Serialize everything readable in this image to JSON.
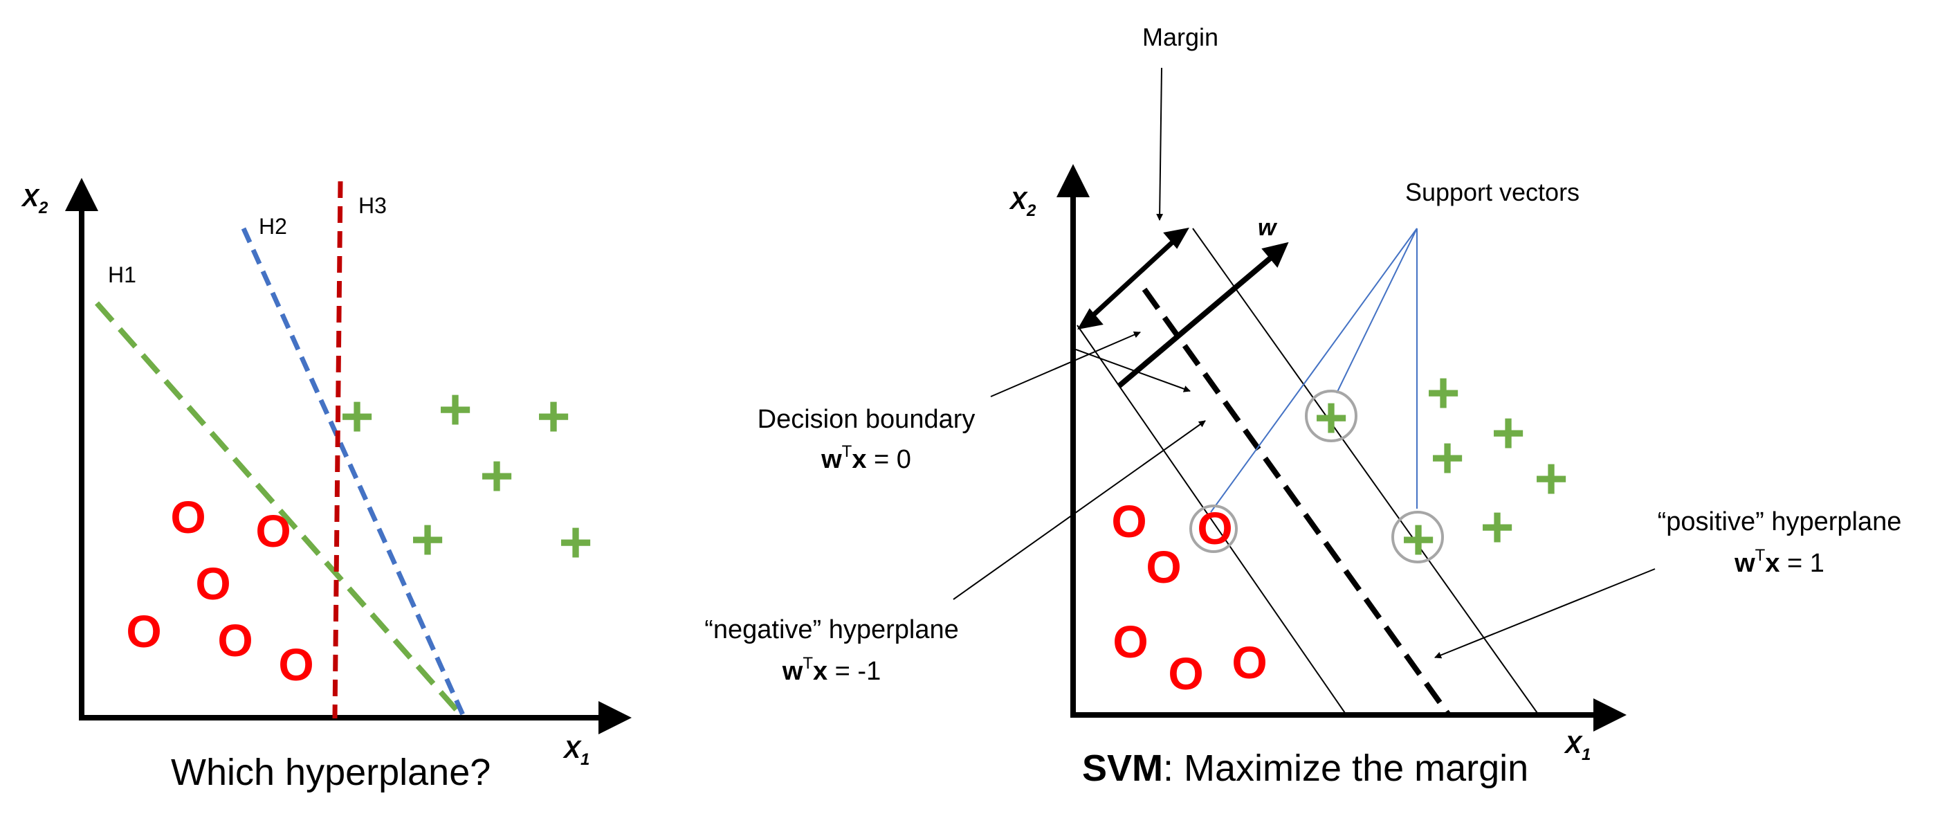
{
  "colors": {
    "negative": "#ff0000",
    "positive": "#70ad47",
    "h1": "#70ad47",
    "h2": "#4472c4",
    "h3": "#c00000",
    "support_circle": "#a6a6a6",
    "support_line": "#4472c4",
    "ink": "#000000"
  },
  "left": {
    "caption": "Which hyperplane?",
    "x_axis": {
      "base": "X",
      "sub": "1"
    },
    "y_axis": {
      "base": "X",
      "sub": "2"
    },
    "hyperplanes": [
      "H1",
      "H2",
      "H3"
    ],
    "negative_marker": "O",
    "positive_marker": "+"
  },
  "right": {
    "caption_bold": "SVM",
    "caption_rest": ": Maximize the margin",
    "x_axis": {
      "base": "X",
      "sub": "1"
    },
    "y_axis": {
      "base": "X",
      "sub": "2"
    },
    "margin_label": "Margin",
    "w_label": "w",
    "support_vectors_label": "Support vectors",
    "decision_boundary": {
      "title": "Decision boundary",
      "eq_w": "w",
      "eq_sup": "T",
      "eq_x": "x",
      "eq_rest": " = 0"
    },
    "negative_hyperplane": {
      "title": "“negative” hyperplane",
      "eq_w": "w",
      "eq_sup": "T",
      "eq_x": "x",
      "eq_rest": " = -1"
    },
    "positive_hyperplane": {
      "title": "“positive” hyperplane",
      "eq_w": "w",
      "eq_sup": "T",
      "eq_x": "x",
      "eq_rest": " = 1"
    },
    "negative_marker": "O",
    "positive_marker": "+"
  }
}
